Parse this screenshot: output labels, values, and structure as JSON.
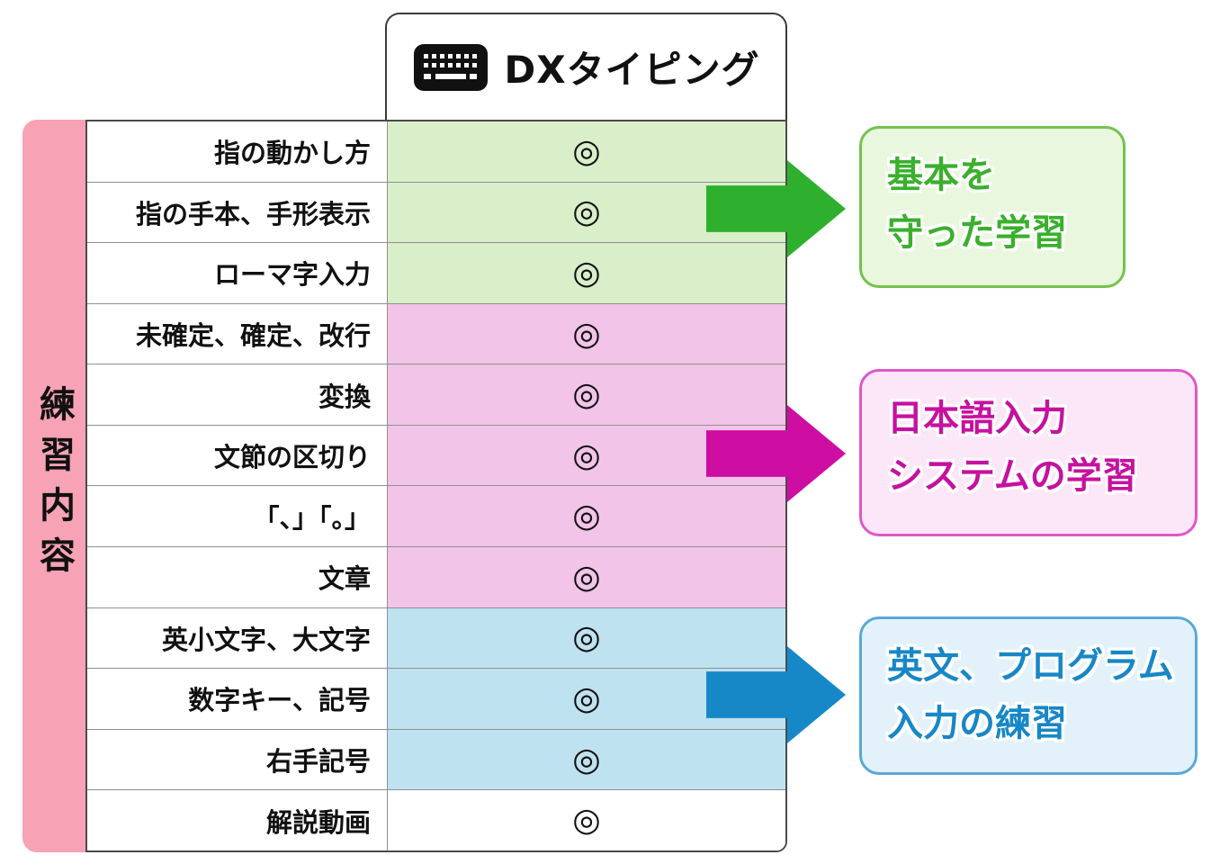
{
  "header": {
    "title": "DXタイピング",
    "icon": "keyboard-icon"
  },
  "side_label": "練習内容",
  "table": {
    "rows": [
      {
        "label": "指の動かし方",
        "value": "◎",
        "group": "green"
      },
      {
        "label": "指の手本、手形表示",
        "value": "◎",
        "group": "green"
      },
      {
        "label": "ローマ字入力",
        "value": "◎",
        "group": "green"
      },
      {
        "label": "未確定、確定、改行",
        "value": "◎",
        "group": "pink"
      },
      {
        "label": "変換",
        "value": "◎",
        "group": "pink"
      },
      {
        "label": "文節の区切り",
        "value": "◎",
        "group": "pink"
      },
      {
        "label": "「、」「。」",
        "value": "◎",
        "group": "pink"
      },
      {
        "label": "文章",
        "value": "◎",
        "group": "pink"
      },
      {
        "label": "英小文字、大文字",
        "value": "◎",
        "group": "blue"
      },
      {
        "label": "数字キー、記号",
        "value": "◎",
        "group": "blue"
      },
      {
        "label": "右手記号",
        "value": "◎",
        "group": "blue"
      },
      {
        "label": "解説動画",
        "value": "◎",
        "group": "white"
      }
    ]
  },
  "callouts": [
    {
      "id": "basics",
      "lines": [
        "基本を",
        "守った学習"
      ],
      "text_color": "#3ab02c",
      "border_color": "#74c24e",
      "bg_color": "#e9f7de",
      "arrow_color": "#2eb02e"
    },
    {
      "id": "japanese-input",
      "lines": [
        "日本語入力",
        "システムの学習"
      ],
      "text_color": "#c611a0",
      "border_color": "#dc58c8",
      "bg_color": "#fbe7f7",
      "arrow_color": "#ce0da2"
    },
    {
      "id": "english-program",
      "lines": [
        "英文、プログラム",
        "入力の練習"
      ],
      "text_color": "#1787c7",
      "border_color": "#58a9d5",
      "bg_color": "#e3f2fa",
      "arrow_color": "#1688c8"
    }
  ],
  "colors": {
    "group_green": "#d8efca",
    "group_pink": "#f2c4e8",
    "group_blue": "#bfe2f0",
    "side_band": "#f8a2b6",
    "mark": "#111111"
  }
}
